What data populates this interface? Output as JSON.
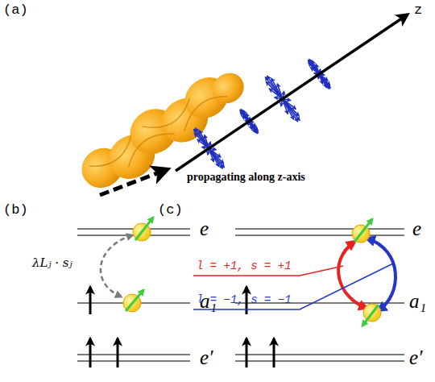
{
  "diagram": {
    "labels": [
      "(a)",
      "z",
      "propagating along z-axis",
      "(b)",
      "e",
      "λLⱼ · sⱼ",
      "a₁",
      "e′",
      "(c)",
      "e",
      "l = +1, s = +1",
      "l = −1, s = −1",
      "a₁",
      "e′"
    ]
  }
}
